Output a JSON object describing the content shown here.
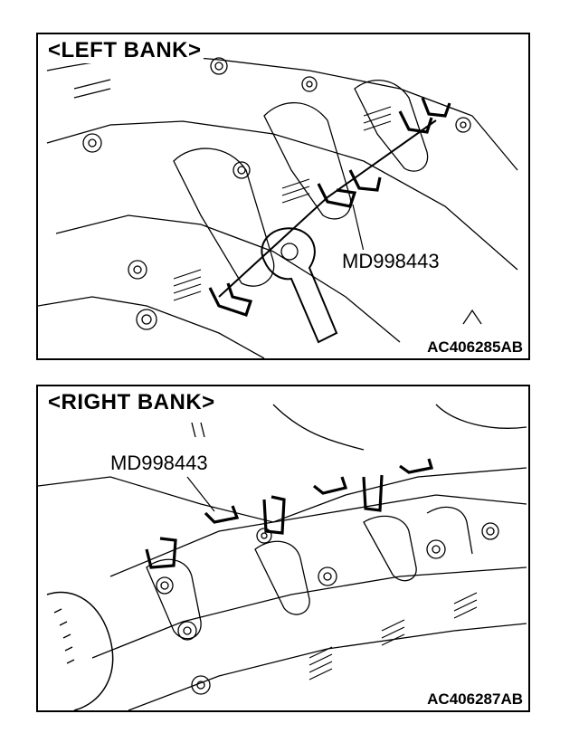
{
  "left_panel": {
    "title": "<LEFT BANK>",
    "tool_label": "MD998443",
    "figure_code": "AC406285AB"
  },
  "right_panel": {
    "title": "<RIGHT BANK>",
    "tool_label": "MD998443",
    "figure_code": "AC406287AB"
  },
  "colors": {
    "line": "#000000",
    "background": "#ffffff"
  }
}
